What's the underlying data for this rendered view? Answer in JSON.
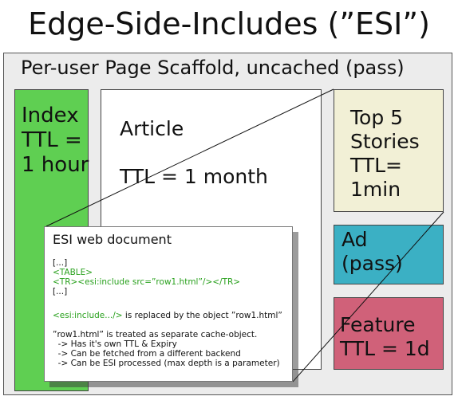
{
  "title": "Edge-Side-Includes (”ESI”)",
  "scaffold": {
    "label": "Per-user Page Scaffold, uncached (pass)"
  },
  "index": {
    "text": "Index\nTTL =\n1 hour"
  },
  "article": {
    "title": "Article",
    "ttl": "TTL = 1 month"
  },
  "top5": {
    "text": "Top 5\nStories\nTTL=\n1min"
  },
  "ad": {
    "text": "Ad\n(pass)"
  },
  "feature": {
    "text": "Feature\nTTL = 1d"
  },
  "esi_doc": {
    "title": "ESI web document",
    "line1": "[...]",
    "line2": "<TABLE>",
    "line3": "<TR><esi:include src=”row1.html”/></TR>",
    "line4": "[...]",
    "replace_tag": "<esi:include.../>",
    "replace_text": " is replaced by the object ”row1.html”",
    "cache_line": "”row1.html” is treated as separate cache-object.",
    "bullet1": "  -> Has it's own TTL & Expiry",
    "bullet2": "  -> Can be fetched from a different backend",
    "bullet3": "  -> Can be ESI processed (max depth is a parameter)"
  },
  "colors": {
    "index": "#5fcf52",
    "top5": "#f2f0d6",
    "ad": "#3bb0c4",
    "feature": "#d06179",
    "code_green": "#2aa11e"
  }
}
